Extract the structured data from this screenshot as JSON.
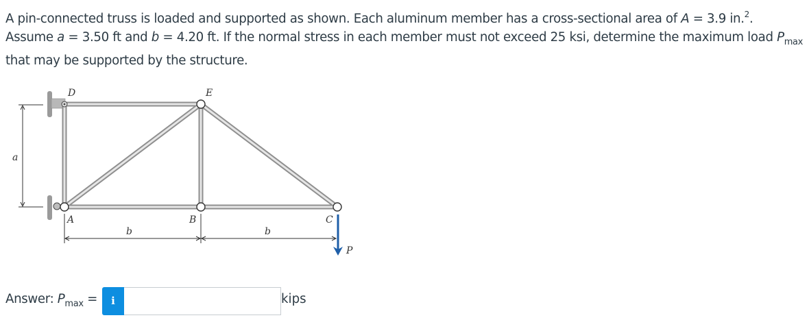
{
  "question": {
    "part1": "A pin-connected truss is loaded and supported as shown. Each aluminum member has a cross-sectional area of ",
    "area_symbol": "A",
    "area_eq": " = 3.9 in.",
    "area_exp": "2",
    "part2": ". Assume ",
    "a_symbol": "a",
    "a_eq": " = 3.50 ft and ",
    "b_symbol": "b",
    "b_eq": " = 4.20 ft. If the normal stress in each member must not exceed 25 ksi, determine the maximum load ",
    "p_symbol": "P",
    "p_sub": "max",
    "part3": " that may be supported by the structure."
  },
  "figure": {
    "joint_labels": {
      "A": "A",
      "B": "B",
      "C": "C",
      "D": "D",
      "E": "E"
    },
    "dimension_labels": {
      "a": "a",
      "b1": "b",
      "b2": "b"
    },
    "load_label": "P",
    "load_color": "#1f5fa8"
  },
  "answer": {
    "label_prefix": "Answer: ",
    "p_symbol": "P",
    "p_sub": "max",
    "equals": " =",
    "info_icon": "i",
    "input_value": "",
    "unit": "kips",
    "accent_color": "#0d8ee0"
  }
}
